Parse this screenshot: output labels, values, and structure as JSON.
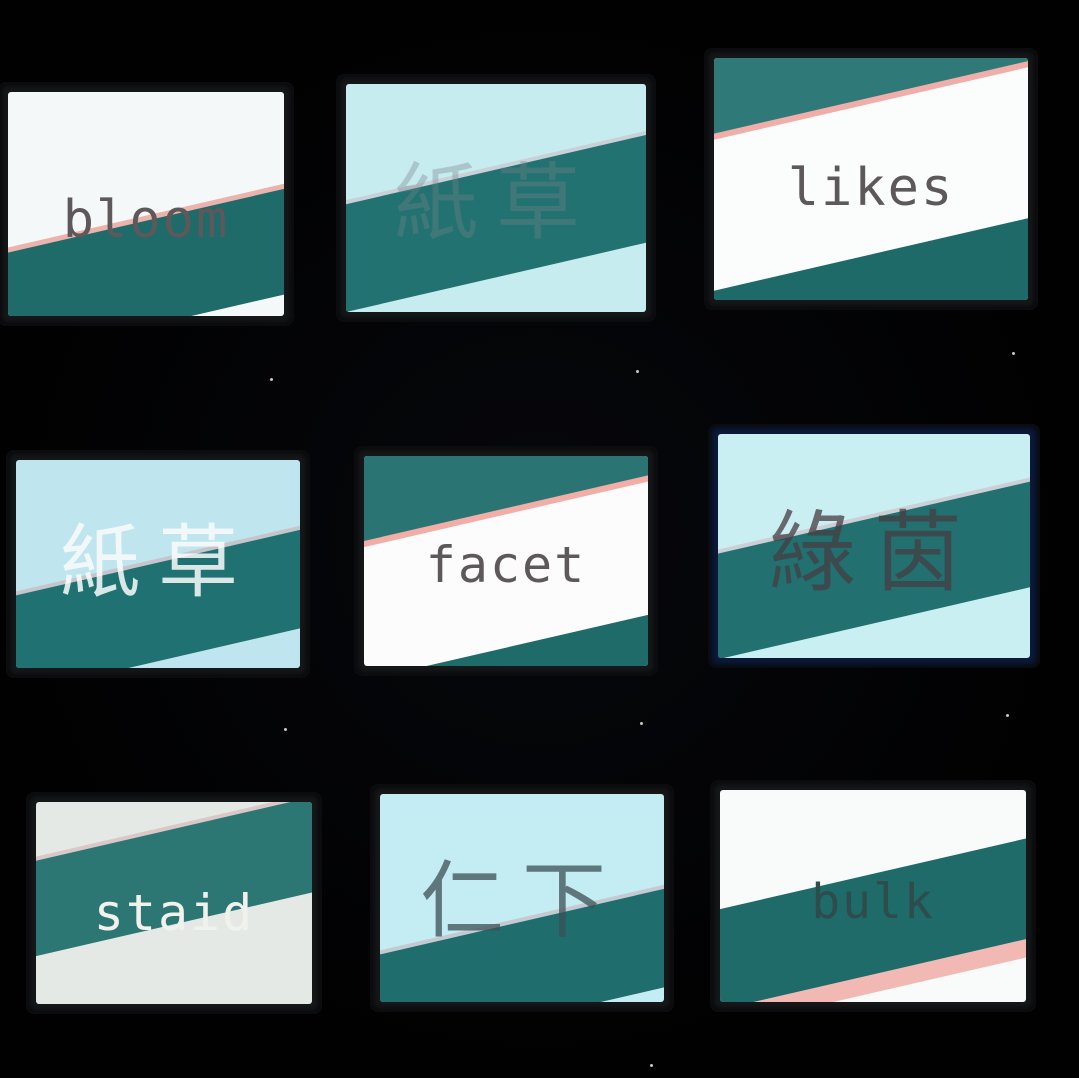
{
  "monitors": [
    {
      "text": "bloom",
      "bg": "#f4f8f8"
    },
    {
      "text": "紙草",
      "bg": "#c6ecf0"
    },
    {
      "text": "likes",
      "bg": "#fbfdfc"
    },
    {
      "text": "紙草",
      "bg": "#bfe5ef"
    },
    {
      "text": "facet",
      "bg": "#fbfcfb"
    },
    {
      "text": "綠茵",
      "bg": "#c9eff3"
    },
    {
      "text": "staid",
      "bg": "#e4e9e6"
    },
    {
      "text": "仁下",
      "bg": "#c4ecf3"
    },
    {
      "text": "bulk",
      "bg": "#f8fbfa"
    }
  ]
}
